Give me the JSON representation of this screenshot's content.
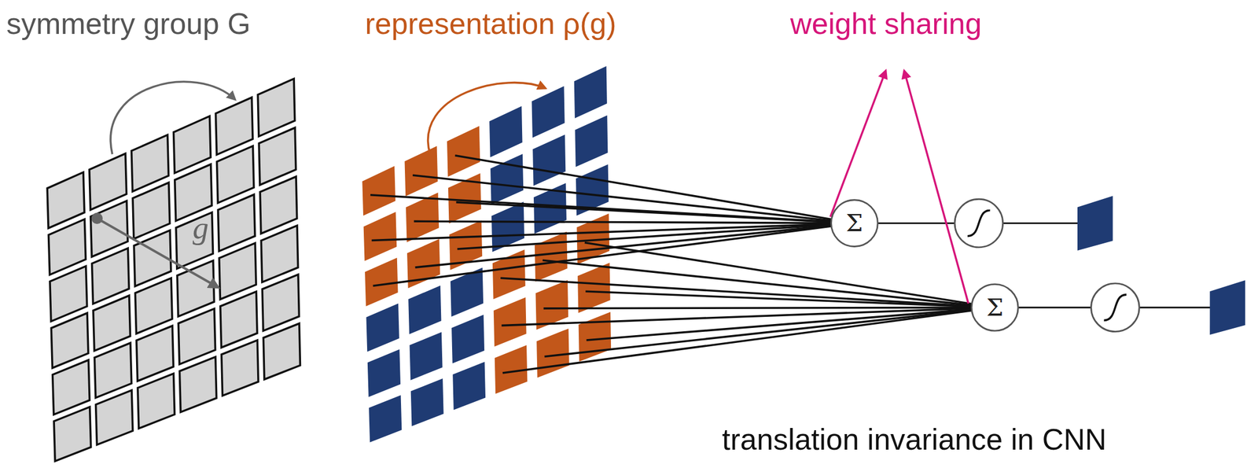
{
  "diagram": {
    "nodes": [
      {
        "text": [
          "Σ"
        ]
      },
      {
        "text": [
          "Σ"
        ]
      }
    ],
    "labels": [
      "symmetry group G",
      "g",
      "representation ρ(g)",
      "weight sharing",
      "translation invariance in CNN"
    ]
  }
}
